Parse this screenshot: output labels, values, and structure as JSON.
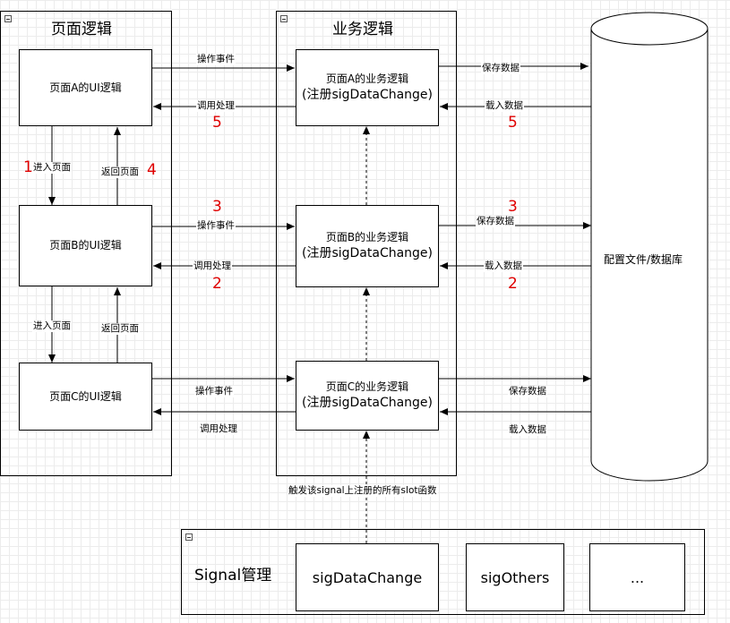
{
  "containers": {
    "page_logic_title": "页面逻辑",
    "business_logic_title": "业务逻辑",
    "signal_manager_title": "Signal管理"
  },
  "ui_boxes": [
    {
      "label": "页面A的UI逻辑"
    },
    {
      "label": "页面B的UI逻辑"
    },
    {
      "label": "页面C的UI逻辑"
    }
  ],
  "biz_boxes": [
    {
      "line1": "页面A的业务逻辑",
      "line2": "(注册sigDataChange)"
    },
    {
      "line1": "页面B的业务逻辑",
      "line2": "(注册sigDataChange)"
    },
    {
      "line1": "页面C的业务逻辑",
      "line2": "(注册sigDataChange)"
    }
  ],
  "database": {
    "label": "配置文件/数据库"
  },
  "signals": {
    "items": [
      "sigDataChange",
      "sigOthers",
      "..."
    ],
    "trigger_label": "触发该signal上注册的所有slot函数"
  },
  "edge_labels": {
    "op_event": "操作事件",
    "call_handle": "调用处理",
    "save_data": "保存数据",
    "load_data": "载入数据",
    "enter_page": "进入页面",
    "return_page": "返回页面"
  },
  "step_numbers": {
    "a_call": "5",
    "a_load": "5",
    "enter_b": "1",
    "return_a": "4",
    "b_op": "3",
    "b_save": "3",
    "b_call": "2",
    "b_load": "2"
  }
}
